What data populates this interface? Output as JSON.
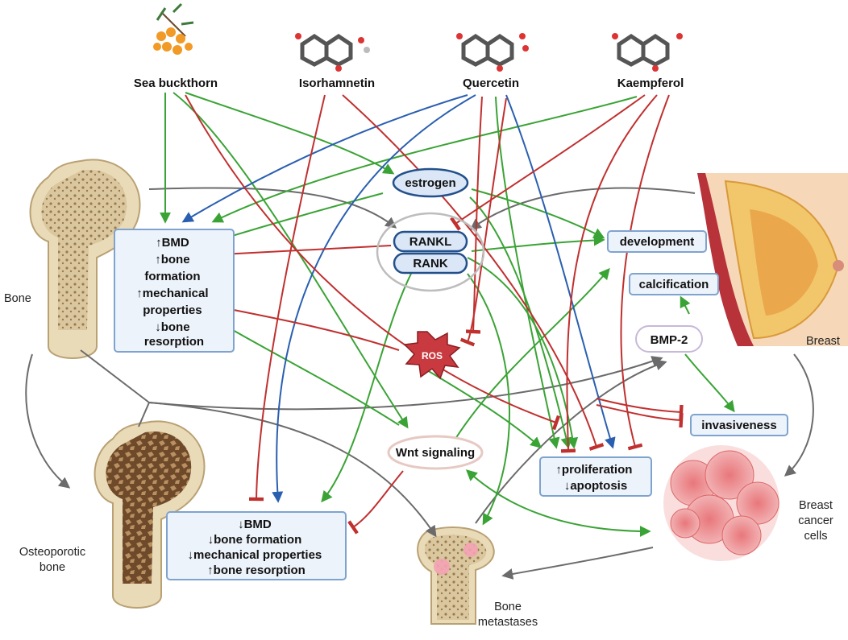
{
  "compounds": {
    "sea_buckthorn": "Sea buckthorn",
    "isorhamnetin": "Isorhamnetin",
    "quercetin": "Quercetin",
    "kaempferol": "Kaempferol"
  },
  "nodes": {
    "estrogen": "estrogen",
    "rankl": "RANKL",
    "rank": "RANK",
    "ros": "ROS",
    "wnt": "Wnt signaling",
    "bmp2": "BMP-2",
    "development": "development",
    "calcification": "calcification",
    "invasiveness": "invasiveness"
  },
  "healthy_box": [
    "↑BMD",
    "↑bone",
    "formation",
    "↑mechanical",
    "properties",
    "↓bone",
    "resorption"
  ],
  "osteo_box": [
    "↓BMD",
    "↓bone formation",
    "↓mechanical properties",
    "↑bone resorption"
  ],
  "prolif_box": [
    "↑proliferation",
    "↓apoptosis"
  ],
  "tissues": {
    "bone": "Bone",
    "osteoporotic_line1": "Osteoporotic",
    "osteoporotic_line2": "bone",
    "breast": "Breast",
    "cancer_line1": "Breast",
    "cancer_line2": "cancer",
    "cancer_line3": "cells",
    "metastases_line1": "Bone",
    "metastases_line2": "metastases"
  },
  "colors": {
    "promote": "#3aa335",
    "inhibit": "#c0302f",
    "quercetin_blue": "#2a5fb0",
    "flow": "#6b6b6b",
    "box_fill": "#edf3fb",
    "box_stroke": "#7fa3cf",
    "ros": "#c83a3f"
  }
}
